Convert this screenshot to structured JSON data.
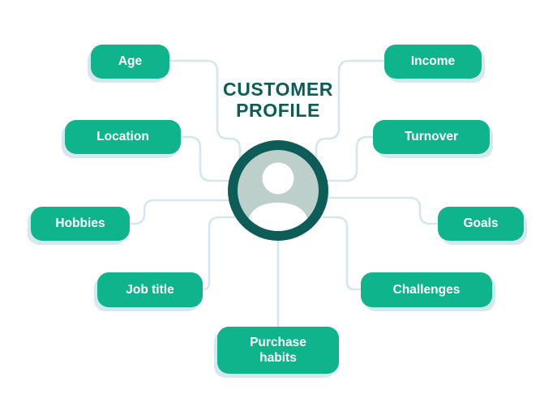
{
  "title": "CUSTOMER\nPROFILE",
  "center": {
    "icon": "person-icon",
    "ring_color": "#0d5c57",
    "fill_color": "#bccfca",
    "silhouette_color": "#ffffff"
  },
  "nodes": [
    {
      "id": "age",
      "label": "Age",
      "side": "left"
    },
    {
      "id": "income",
      "label": "Income",
      "side": "right"
    },
    {
      "id": "location",
      "label": "Location",
      "side": "left"
    },
    {
      "id": "turnover",
      "label": "Turnover",
      "side": "right"
    },
    {
      "id": "hobbies",
      "label": "Hobbies",
      "side": "left"
    },
    {
      "id": "goals",
      "label": "Goals",
      "side": "right"
    },
    {
      "id": "job_title",
      "label": "Job title",
      "side": "left"
    },
    {
      "id": "challenges",
      "label": "Challenges",
      "side": "right"
    },
    {
      "id": "purchase_habits",
      "label": "Purchase habits",
      "side": "bottom"
    }
  ],
  "colors": {
    "node_green": "#10b48c",
    "title_teal": "#0d5c57",
    "connector_blue": "#d5e7ed",
    "shadow": "#c5e0e9",
    "background": "#ffffff"
  }
}
